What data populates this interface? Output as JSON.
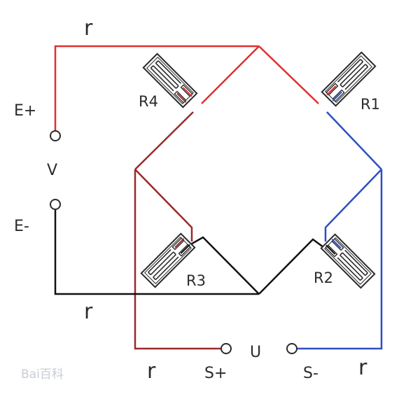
{
  "colors": {
    "red": "#e03030",
    "dark_red": "#9a2a2a",
    "blue": "#2f4fc0",
    "black": "#111111",
    "gauge": "#2b2b2b",
    "label": "#2b2b2b"
  },
  "labels": {
    "e_plus": "E+",
    "v": "V",
    "e_minus": "E-",
    "r_top": "r",
    "r_middle": "r",
    "r_bottom_left": "r",
    "r_bottom_right": "r",
    "s_plus": "S+",
    "u": "U",
    "s_minus": "S-"
  },
  "resistors": {
    "r1": "R1",
    "r2": "R2",
    "r3": "R3",
    "r4": "R4"
  },
  "watermark": {
    "text": "Bai百科"
  }
}
